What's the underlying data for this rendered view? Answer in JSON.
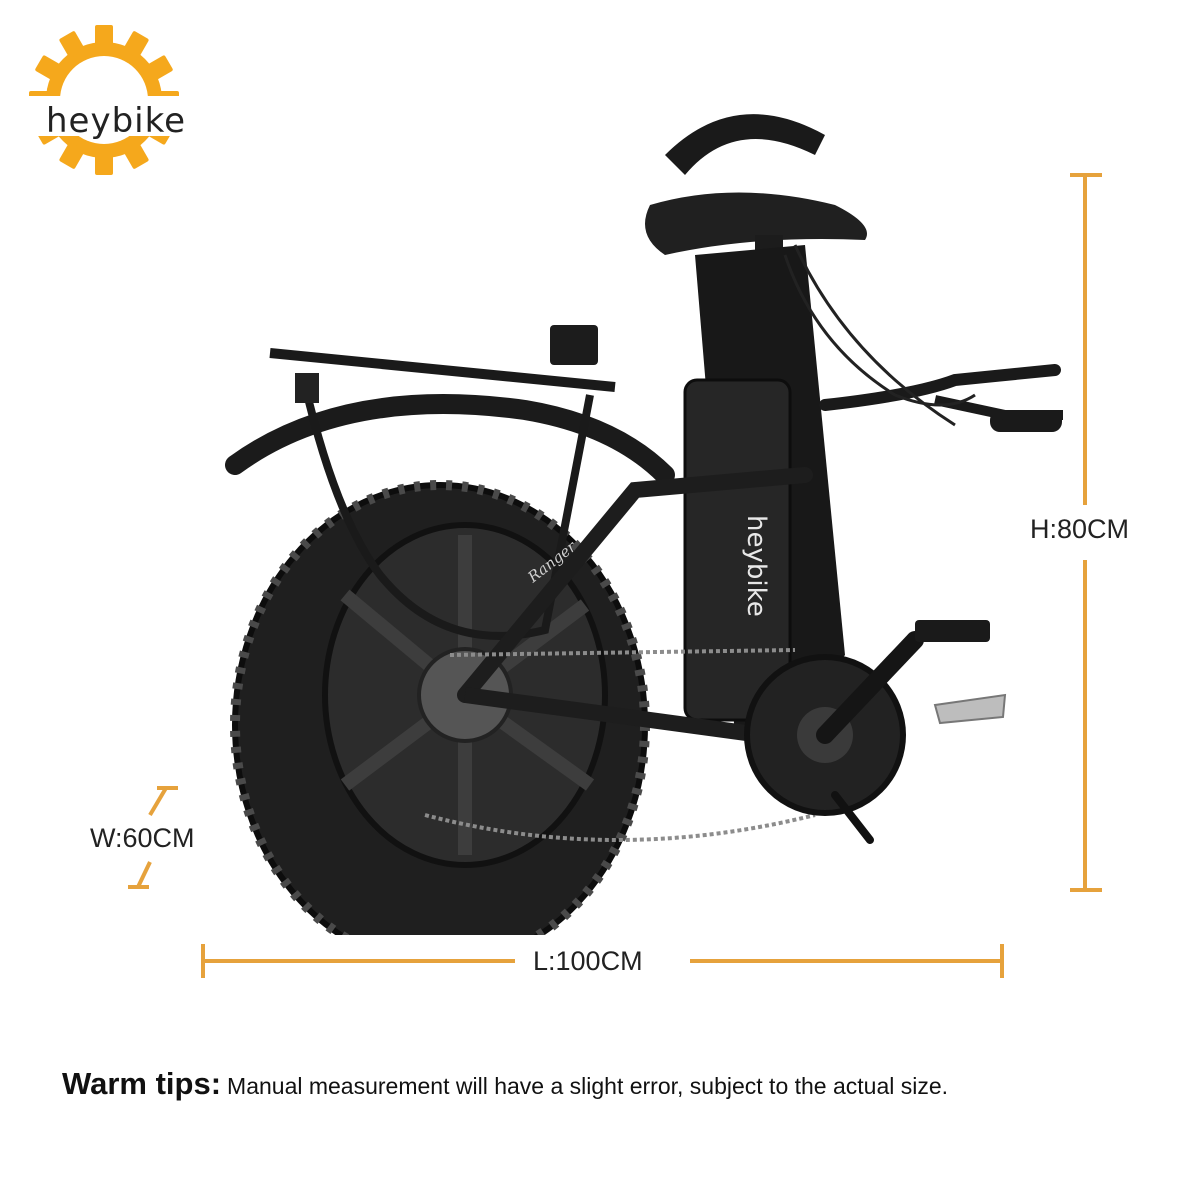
{
  "brand": {
    "logo_text": "heybike",
    "logo_color": "#F5A81C",
    "icon": "gear-logo-icon"
  },
  "product": {
    "frame_text": "heybike",
    "model_text": "Ranger",
    "illustration": "folded-ebike"
  },
  "dimensions": {
    "height": "H:80CM",
    "width": "W:60CM",
    "length": "L:100CM",
    "line_color": "#E6A23C"
  },
  "note": {
    "title": "Warm tips:",
    "text": "Manual measurement will have a slight error, subject to the actual size."
  }
}
